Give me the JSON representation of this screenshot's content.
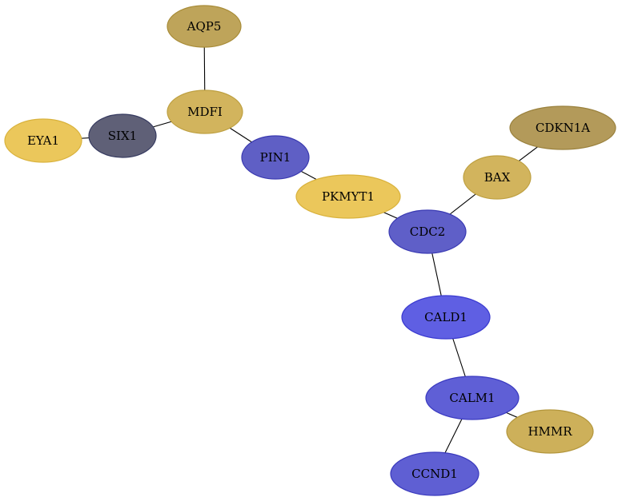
{
  "nodes": [
    {
      "id": "AQP5",
      "label": "AQP5",
      "fill": "#bea45a",
      "stroke": "#a88c38"
    },
    {
      "id": "MDFI",
      "label": "MDFI",
      "fill": "#d2b45d",
      "stroke": "#bea041"
    },
    {
      "id": "EYA1",
      "label": "EYA1",
      "fill": "#ebc75b",
      "stroke": "#d9b23c"
    },
    {
      "id": "SIX1",
      "label": "SIX1",
      "fill": "#5f6077",
      "stroke": "#363a60"
    },
    {
      "id": "PIN1",
      "label": "PIN1",
      "fill": "#5f5fc5",
      "stroke": "#3a3ab0"
    },
    {
      "id": "PKMYT1",
      "label": "PKMYT1",
      "fill": "#ebc75b",
      "stroke": "#d9b23c"
    },
    {
      "id": "CDKN1A",
      "label": "CDKN1A",
      "fill": "#b39a5a",
      "stroke": "#9a813d"
    },
    {
      "id": "BAX",
      "label": "BAX",
      "fill": "#d2b45d",
      "stroke": "#bea041"
    },
    {
      "id": "CDC2",
      "label": "CDC2",
      "fill": "#5f5fc8",
      "stroke": "#3a3ab3"
    },
    {
      "id": "CALD1",
      "label": "CALD1",
      "fill": "#5f5fe3",
      "stroke": "#3a3ad0"
    },
    {
      "id": "CALM1",
      "label": "CALM1",
      "fill": "#5f5fd6",
      "stroke": "#3a3ac0"
    },
    {
      "id": "HMMR",
      "label": "HMMR",
      "fill": "#cdb05a",
      "stroke": "#b3963c"
    },
    {
      "id": "CCND1",
      "label": "CCND1",
      "fill": "#5f5fd3",
      "stroke": "#3a3abd"
    }
  ],
  "edges": [
    [
      "AQP5",
      "MDFI"
    ],
    [
      "MDFI",
      "SIX1"
    ],
    [
      "SIX1",
      "EYA1"
    ],
    [
      "MDFI",
      "PIN1"
    ],
    [
      "PIN1",
      "PKMYT1"
    ],
    [
      "PKMYT1",
      "CDC2"
    ],
    [
      "CDKN1A",
      "BAX"
    ],
    [
      "BAX",
      "CDC2"
    ],
    [
      "CDC2",
      "CALD1"
    ],
    [
      "CALD1",
      "CALM1"
    ],
    [
      "CALM1",
      "HMMR"
    ],
    [
      "CALM1",
      "CCND1"
    ]
  ]
}
